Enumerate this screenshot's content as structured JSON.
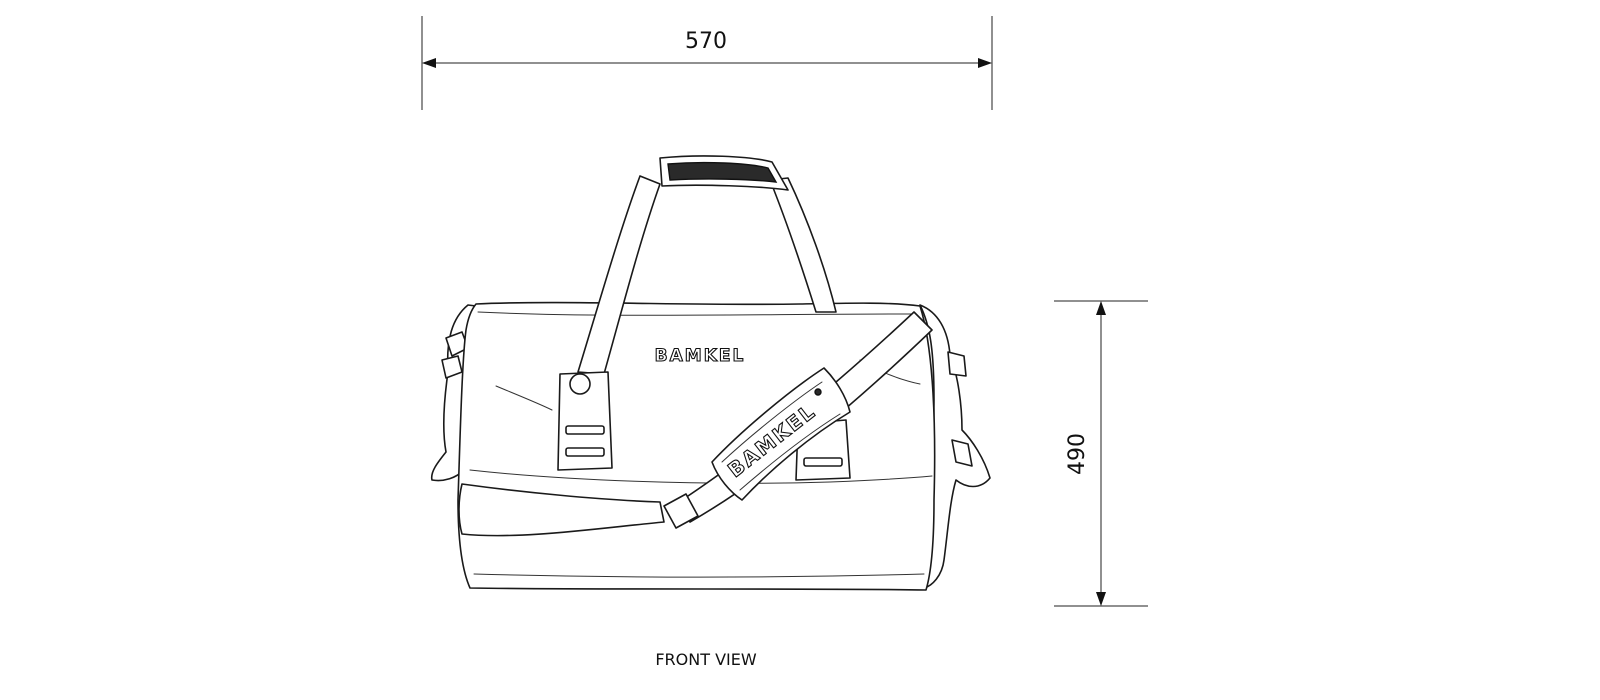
{
  "dimensions": {
    "width_label": "570",
    "height_label": "490"
  },
  "bag": {
    "logo_main": "BAMKEL",
    "logo_strap": "BAMKEL"
  },
  "caption": "FRONT VIEW",
  "colors": {
    "line": "#1a1a1a",
    "background": "#ffffff"
  }
}
